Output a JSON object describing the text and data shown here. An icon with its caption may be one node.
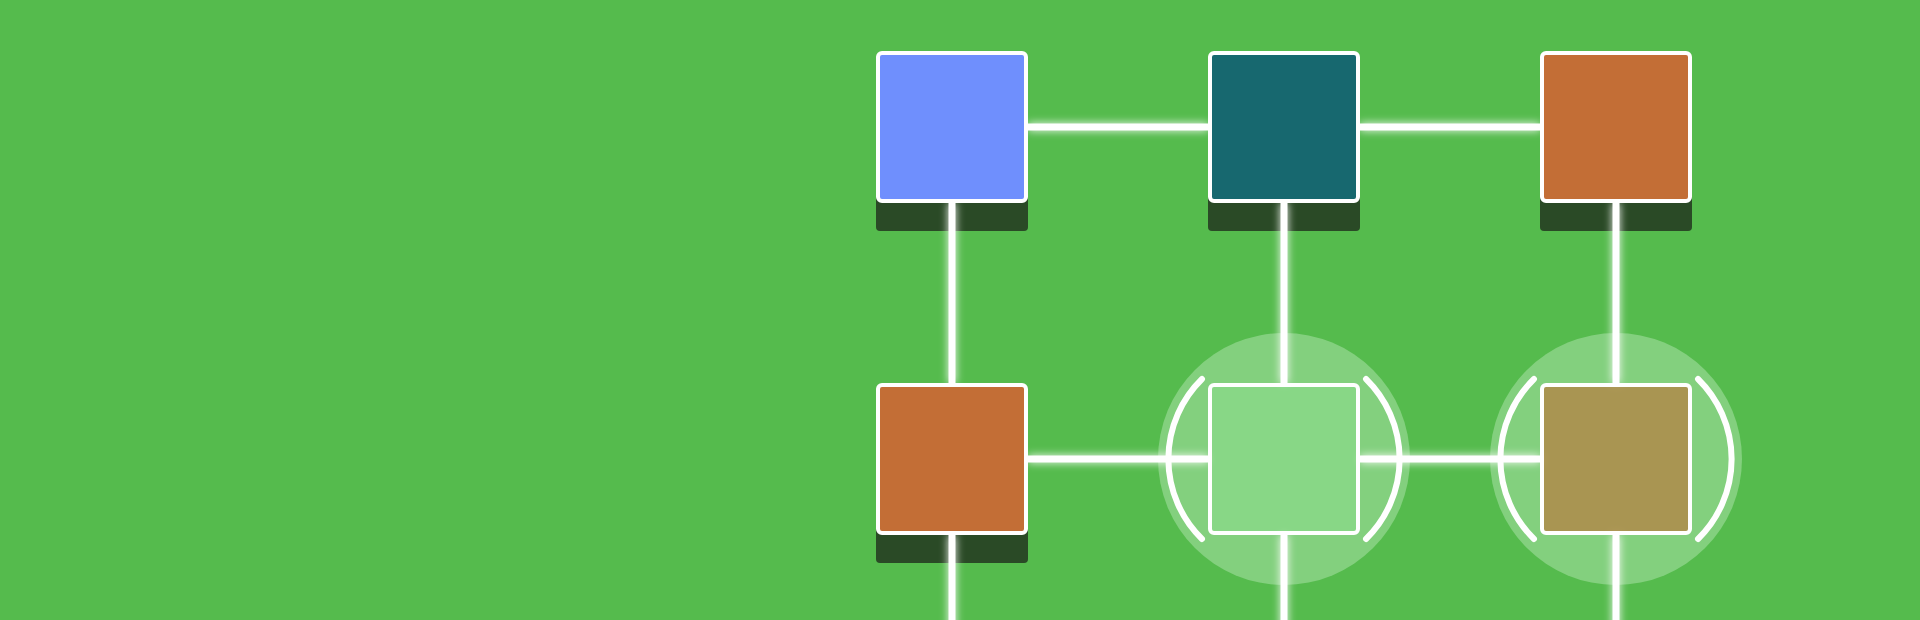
{
  "diagram": {
    "nodes": [
      {
        "text": [],
        "shape": "box"
      },
      {
        "text": [],
        "shape": "box"
      },
      {
        "text": [],
        "shape": "box"
      },
      {
        "text": [],
        "shape": "box"
      },
      {
        "text": [],
        "shape": "box"
      },
      {
        "text": [],
        "shape": "box"
      }
    ],
    "edges": [
      {
        "from": 0,
        "to": 1,
        "arrow": "none"
      },
      {
        "from": 1,
        "to": 2,
        "arrow": "none"
      },
      {
        "from": 0,
        "to": 3,
        "arrow": "none"
      },
      {
        "from": 1,
        "to": 4,
        "arrow": "none"
      },
      {
        "from": 2,
        "to": 5,
        "arrow": "none"
      },
      {
        "from": 3,
        "to": 4,
        "arrow": "none"
      },
      {
        "from": 4,
        "to": 5,
        "arrow": "none"
      },
      {
        "from": 3,
        "to": null,
        "arrow": "none"
      },
      {
        "from": 4,
        "to": null,
        "arrow": "none"
      },
      {
        "from": 5,
        "to": null,
        "arrow": "none"
      }
    ]
  }
}
